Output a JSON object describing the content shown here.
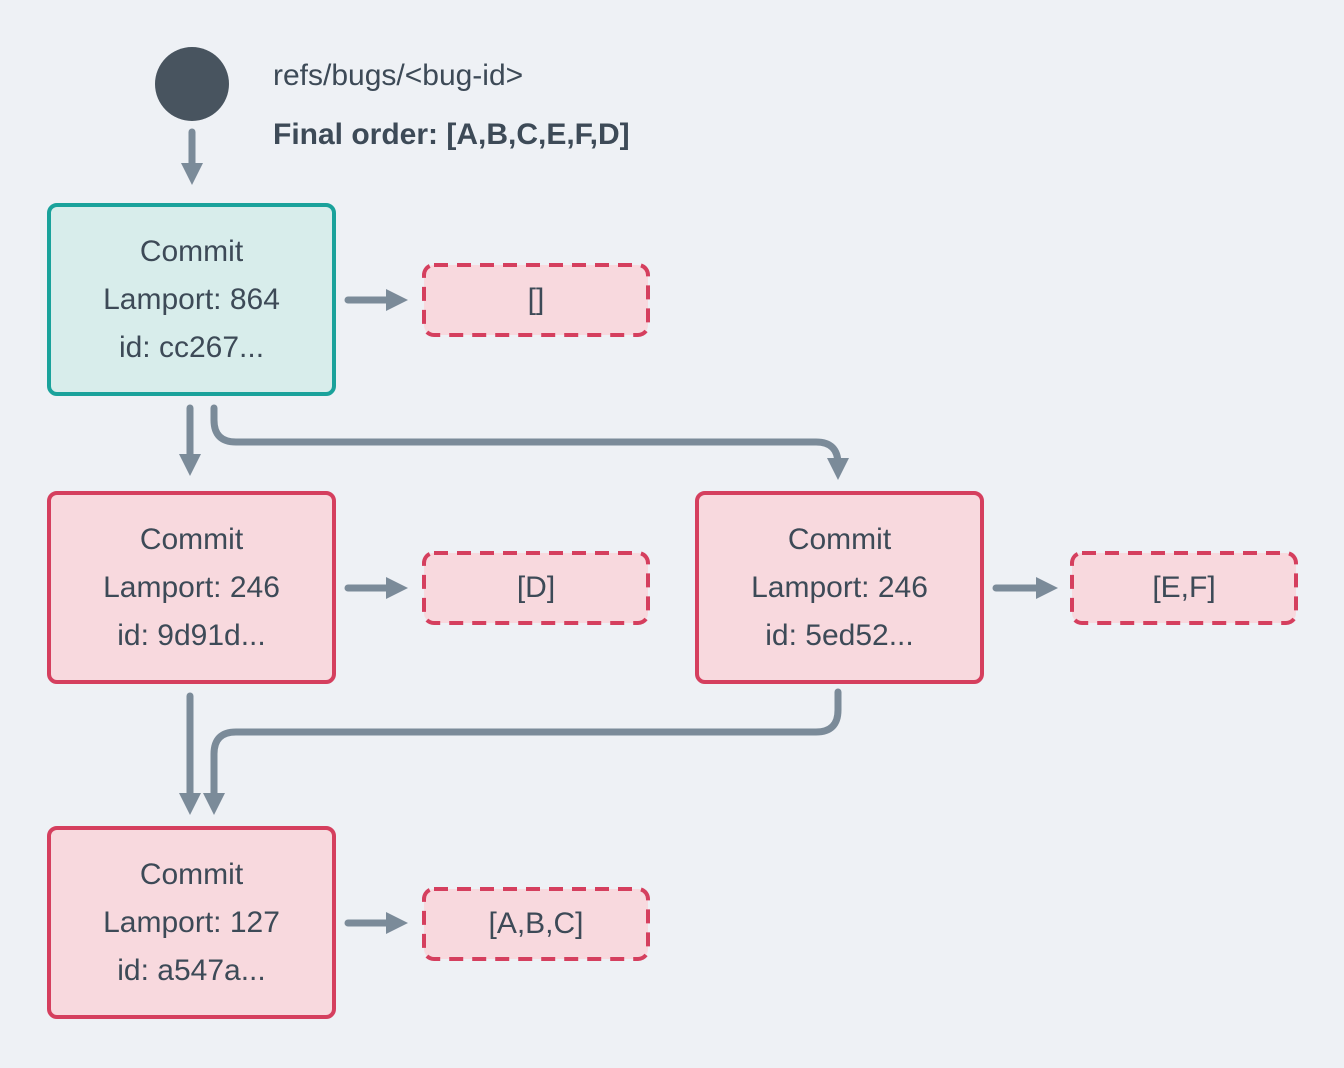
{
  "colors": {
    "bg": "#eef1f5",
    "arrow": "#7b8b99",
    "text": "#3d4a57",
    "teal-border": "#1aa29b",
    "teal-fill": "#d8edeb",
    "crimson": "#d53f5e",
    "pink-fill": "#f8d9de",
    "circle": "#48545f"
  },
  "header": {
    "ref_label": "refs/bugs/<bug-id>",
    "final_order": "Final order: [A,B,C,E,F,D]"
  },
  "nodes": {
    "root": {
      "title": "Commit",
      "lamport": "Lamport: 864",
      "id": "id: cc267...",
      "operations": "[]"
    },
    "left": {
      "title": "Commit",
      "lamport": "Lamport: 246",
      "id": "id: 9d91d...",
      "operations": "[D]"
    },
    "right": {
      "title": "Commit",
      "lamport": "Lamport: 246",
      "id": "id: 5ed52...",
      "operations": "[E,F]"
    },
    "bottom": {
      "title": "Commit",
      "lamport": "Lamport: 127",
      "id": "id: a547a...",
      "operations": "[A,B,C]"
    }
  }
}
